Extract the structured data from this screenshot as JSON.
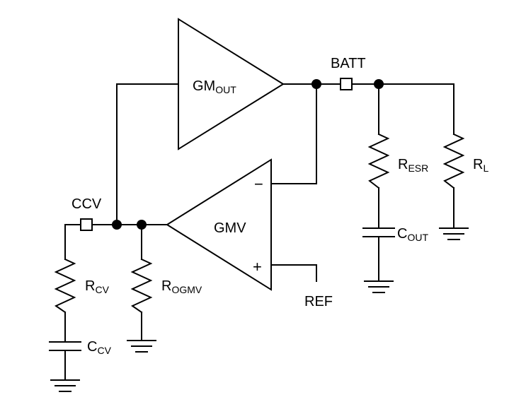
{
  "amplifiers": {
    "gm_out": {
      "main": "GM",
      "sub": "OUT"
    },
    "gmv": {
      "label": "GMV",
      "minus": "−",
      "plus": "+"
    }
  },
  "pins": {
    "batt": "BATT",
    "ccv": "CCV",
    "ref": "REF"
  },
  "components": {
    "r_esr": {
      "main": "R",
      "sub": "ESR"
    },
    "c_out": {
      "main": "C",
      "sub": "OUT"
    },
    "r_l": {
      "main": "R",
      "sub": "L"
    },
    "r_cv": {
      "main": "R",
      "sub": "CV"
    },
    "r_ogmv": {
      "main": "R",
      "sub": "OGMV"
    },
    "c_cv": {
      "main": "C",
      "sub": "CV"
    }
  }
}
